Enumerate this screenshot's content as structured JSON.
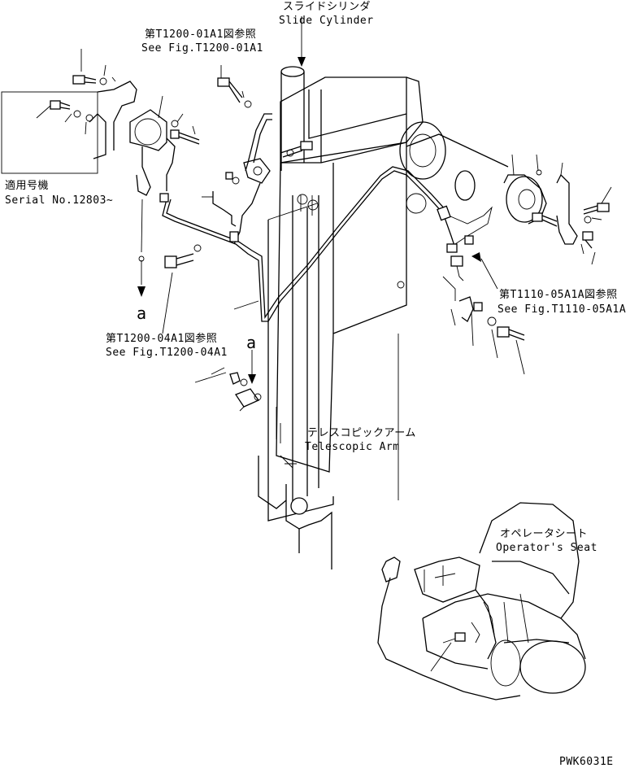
{
  "labels": {
    "slide_cylinder_jp": "スライドシリンダ",
    "slide_cylinder_en": "Slide Cylinder",
    "ref_t1200_01_jp": "第T1200-01A1図参照",
    "ref_t1200_01_en": "See Fig.T1200-01A1",
    "serial_jp": "適用号機",
    "serial_en": "Serial No.12803~",
    "ref_t1110_05_jp": "第T1110-05A1A図参照",
    "ref_t1110_05_en": "See Fig.T1110-05A1A",
    "ref_t1200_04_jp": "第T1200-04A1図参照",
    "ref_t1200_04_en": "See Fig.T1200-04A1",
    "telescopic_jp": "テレスコピックアーム",
    "telescopic_en": "Telescopic Arm",
    "seat_jp": "オペレータシート",
    "seat_en": "Operator's Seat",
    "marker_a1": "a",
    "marker_a2": "a",
    "drawing_code": "PWK6031E"
  }
}
